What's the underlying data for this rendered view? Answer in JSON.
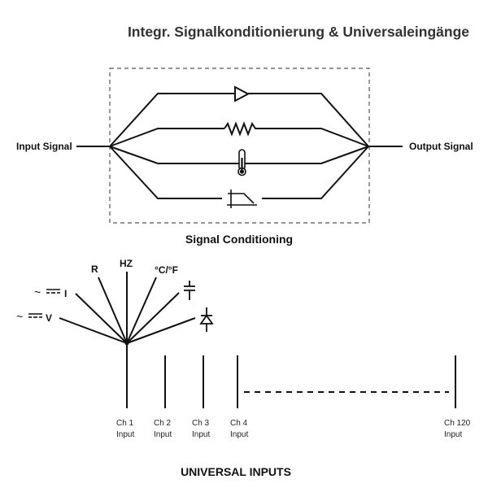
{
  "title": "Integr. Signalkonditionierung & Universaleingänge",
  "signal_conditioning": {
    "input_label": "Input Signal",
    "output_label": "Output Signal",
    "caption": "Signal Conditioning",
    "paths": [
      {
        "name": "amplifier",
        "icon": "amplifier-icon"
      },
      {
        "name": "resistor",
        "icon": "resistor-icon"
      },
      {
        "name": "thermometer",
        "icon": "thermometer-icon"
      },
      {
        "name": "filter",
        "icon": "low-pass-filter-icon"
      }
    ]
  },
  "universal_inputs": {
    "caption": "UNIVERSAL INPUTS",
    "measurement_types": {
      "voltage": "~══ V",
      "current": "~══ I",
      "resistance": "R",
      "frequency": "HZ",
      "temperature": "°C/°F",
      "capacitance_icon": "capacitor-icon",
      "diode_icon": "diode-icon"
    },
    "channels": [
      {
        "line1": "Ch 1",
        "line2": "Input"
      },
      {
        "line1": "Ch 2",
        "line2": "Input"
      },
      {
        "line1": "Ch 3",
        "line2": "Input"
      },
      {
        "line1": "Ch 4",
        "line2": "Input"
      },
      {
        "line1": "Ch 120",
        "line2": "Input"
      }
    ]
  }
}
